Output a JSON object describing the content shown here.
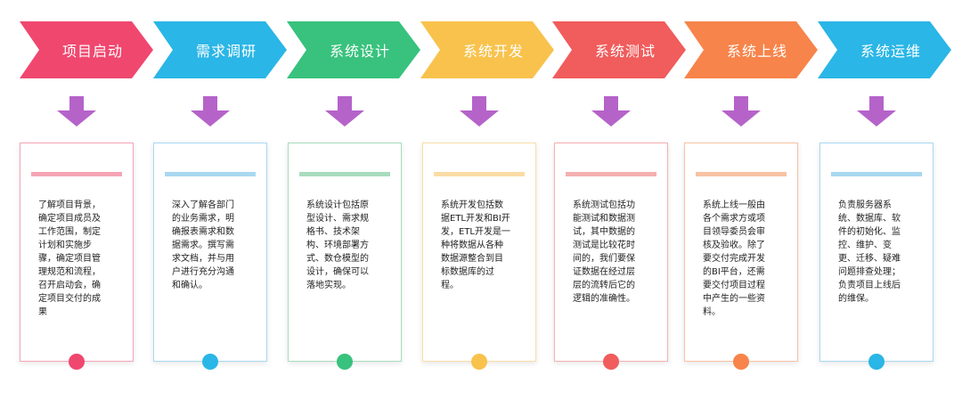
{
  "stages": [
    {
      "title": "项目启动",
      "color": "#f0476f",
      "light": "#f5a4b6",
      "description": "了解项目背景，\n确定项目成员及\n工作范围，制定\n计划和实施步\n骤，确定项目管\n理规范和流程，\n召开启动会，确\n定项目交付的成\n果"
    },
    {
      "title": "需求调研",
      "color": "#2ab6e6",
      "light": "#a9d8f0",
      "description": "深入了解各部门\n的业务需求，明\n确报表需求和数\n据需求。撰写需\n求文档，并与用\n户进行充分沟通\n和确认。"
    },
    {
      "title": "系统设计",
      "color": "#38c27d",
      "light": "#a9dcbd",
      "description": "系统设计包括原\n型设计、需求规\n格书、技术架\n构、环境部署方\n式、数仓模型的\n设计，确保可以\n落地实现。"
    },
    {
      "title": "系统开发",
      "color": "#f8c24c",
      "light": "#fbdca7",
      "description": "系统开发包括数\n据ETL开发和BI开\n发，ETL开发是一\n种将数据从各种\n数据源整合到目\n标数据库的过\n程。"
    },
    {
      "title": "系统测试",
      "color": "#f15c5c",
      "light": "#f4b0b0",
      "description": "系统测试包括功\n能测试和数据测\n试，其中数据的\n测试是比较花时\n间的，我们要保\n证数据在经过层\n层的流转后它的\n逻辑的准确性。"
    },
    {
      "title": "系统上线",
      "color": "#f7844a",
      "light": "#f8c2a4",
      "description": "系统上线一般由\n各个需求方或项\n目领导委员会审\n核及验收。除了\n要交付完成开发\n的BI平台，还需\n要交付项目过程\n中产生的一些资\n料。"
    },
    {
      "title": "系统运维",
      "color": "#2ab6e6",
      "light": "#a9d8f0",
      "description": "负责服务器系\n统、数据库、软\n件的初始化、监\n控、维护、变\n更、迁移、疑难\n问题排查处理；\n负责项目上线后\n的维保。"
    }
  ],
  "arrow_color": "#b563c9"
}
